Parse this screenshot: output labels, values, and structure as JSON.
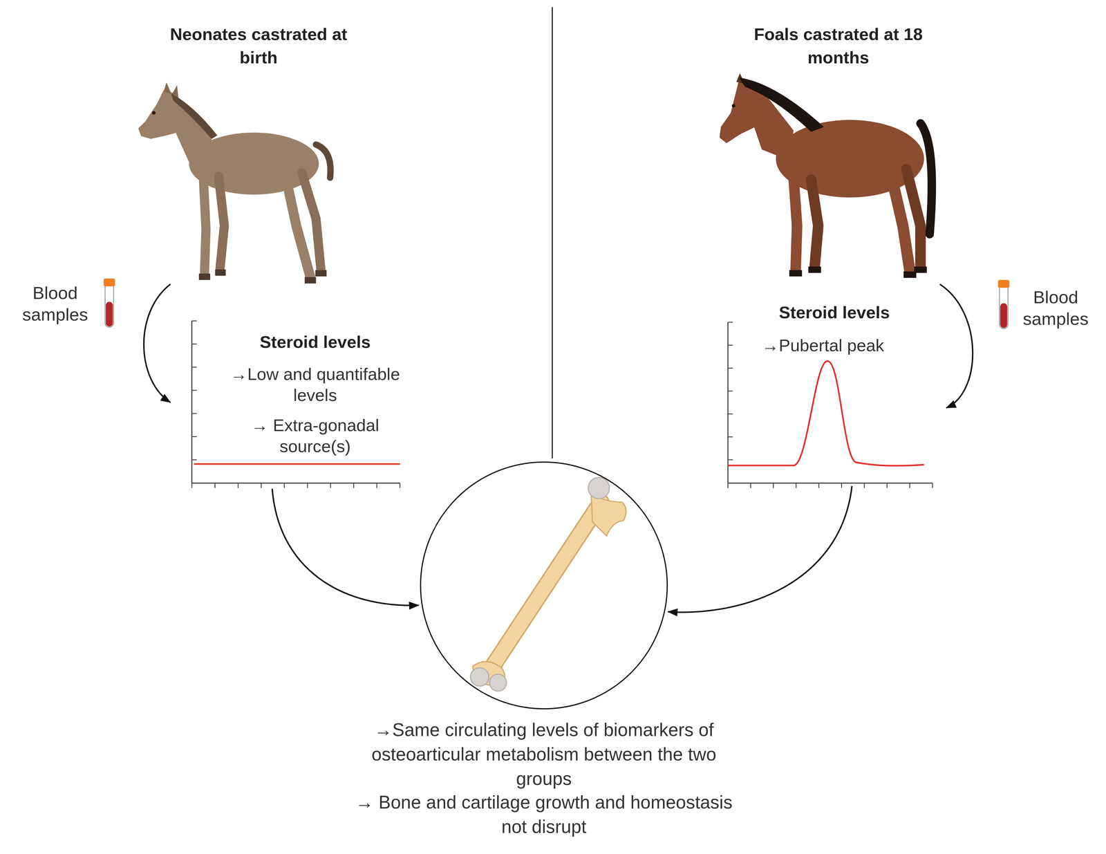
{
  "diagram": {
    "nodes": [
      {
        "text": [
          "Neonates castrated at birth"
        ]
      },
      {
        "text": [
          "Steroid levels",
          "→Low and quantifable levels",
          "→ Extra-gonadal source(s)"
        ]
      },
      {
        "text": [
          "Foals castrated at 18 months"
        ]
      },
      {
        "text": [
          "Steroid levels",
          "→Pubertal peak"
        ]
      },
      {
        "text": [
          "→Same circulating levels of biomarkers of osteoarticular metabolism between the two groups",
          "→ Bone and cartilage growth and homeostasis not disrupt"
        ]
      }
    ],
    "edges": [
      {
        "from": 0,
        "to": 1,
        "label": "Blood samples",
        "arrow": "to"
      },
      {
        "from": 2,
        "to": 3,
        "label": "Blood samples",
        "arrow": "to"
      },
      {
        "from": 1,
        "to": 4,
        "arrow": "to"
      },
      {
        "from": 3,
        "to": 4,
        "arrow": "to"
      }
    ]
  }
}
